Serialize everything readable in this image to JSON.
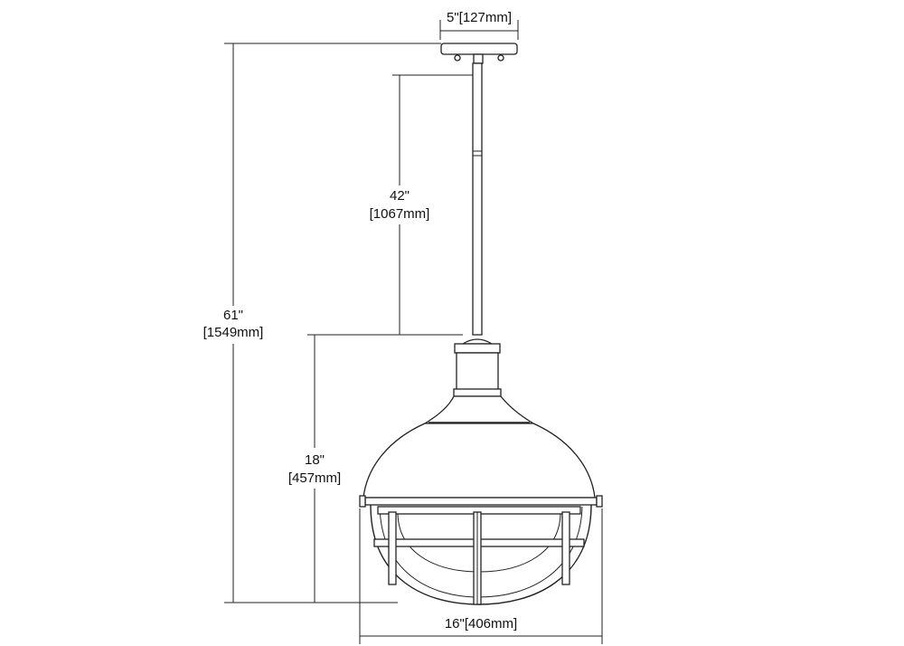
{
  "dimensions": {
    "canopy_width": "5\"[127mm]",
    "rod_length_in": "42\"",
    "rod_length_mm": "[1067mm]",
    "overall_height_in": "61\"",
    "overall_height_mm": "[1549mm]",
    "fixture_height_in": "18\"",
    "fixture_height_mm": "[457mm]",
    "fixture_width": "16\"[406mm]"
  }
}
